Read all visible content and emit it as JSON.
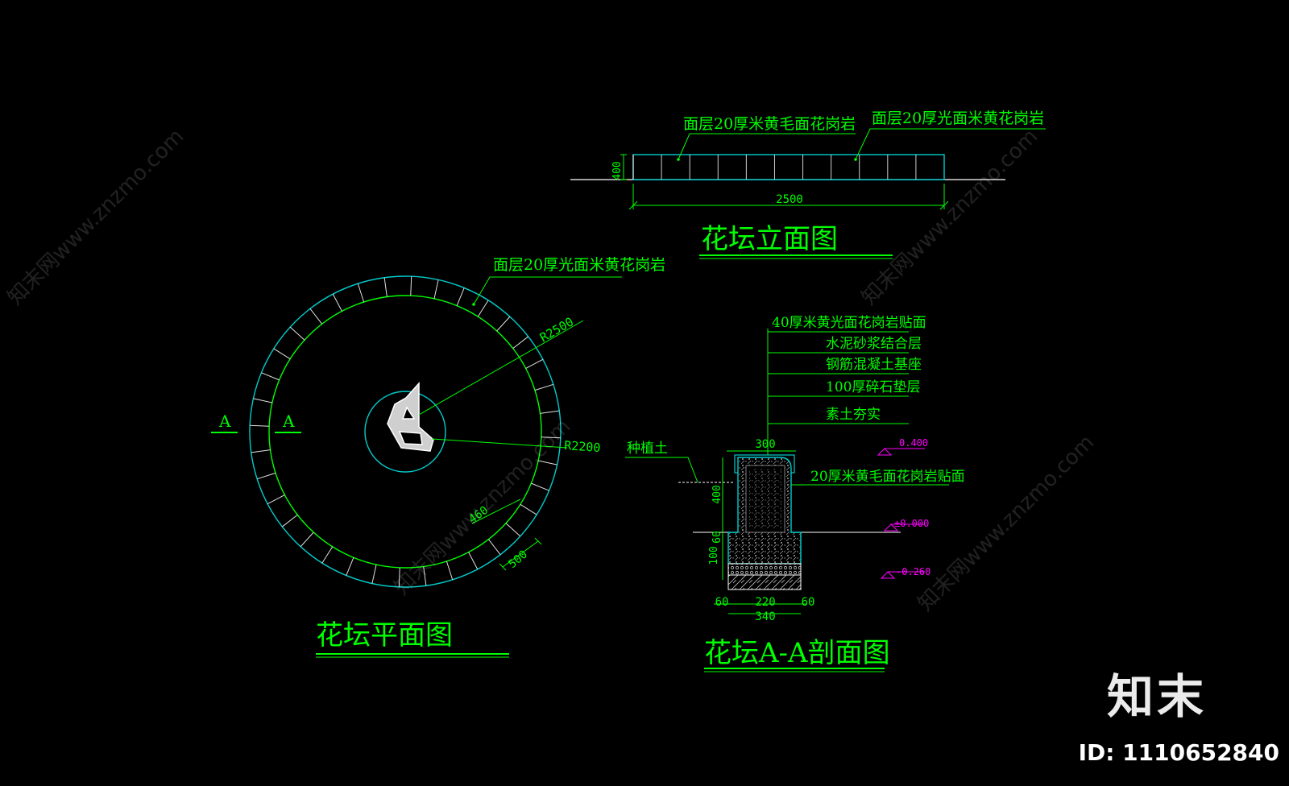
{
  "elevation": {
    "title": "花坛立面图",
    "label_left": "面层20厚米黄毛面花岗岩",
    "label_right": "面层20厚光面米黄花岗岩",
    "dim_height": "400",
    "dim_length": "2500"
  },
  "plan": {
    "title": "花坛平面图",
    "label_top": "面层20厚光面米黄花岗岩",
    "radius_outer": "R2500",
    "radius_inner": "R2200",
    "section_mark_left": "A",
    "section_mark_right": "A",
    "dim_coping": "460",
    "dim_wall": "500"
  },
  "section": {
    "title": "花坛A-A剖面图",
    "layers": [
      "40厚米黄光面花岗岩贴面",
      "水泥砂浆结合层",
      "钢筋混凝土基座",
      "100厚碎石垫层",
      "素土夯实"
    ],
    "soil_label": "种植土",
    "face_label": "20厚米黄毛面花岗岩贴面",
    "dim_top": "300",
    "dim_h400": "400",
    "dim_h60": "60",
    "dim_h100": "100",
    "dim_60_left": "60",
    "dim_220": "220",
    "dim_60_right": "60",
    "dim_340": "340",
    "level_top": "0.400",
    "level_ground": "±0.000",
    "level_bottom": "-0.260"
  },
  "watermarks": [
    "知末网www.znzmo.com"
  ],
  "brand": {
    "name": "知末",
    "id_text": "ID: 1110652840"
  },
  "colors": {
    "background": "#000000",
    "green": "#00ff00",
    "cyan": "#00cccc",
    "magenta": "#ff00ff",
    "white": "#ffffff"
  }
}
